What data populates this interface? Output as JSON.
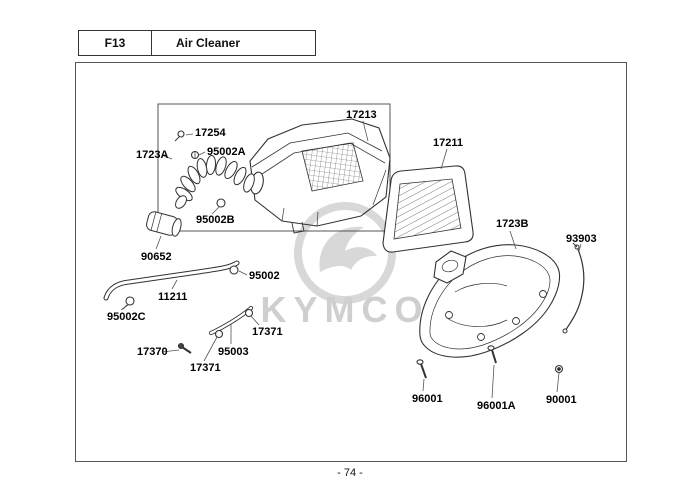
{
  "header": {
    "code": "F13",
    "title": "Air Cleaner"
  },
  "footer": {
    "page_number": "- 74 -"
  },
  "watermark": {
    "brand": "KYMCO"
  },
  "diagram": {
    "labels": [
      {
        "text": "1723A"
      },
      {
        "text": "17254"
      },
      {
        "text": "95002A"
      },
      {
        "text": "17213"
      },
      {
        "text": "17211"
      },
      {
        "text": "95002B"
      },
      {
        "text": "90652"
      },
      {
        "text": "95002"
      },
      {
        "text": "11211"
      },
      {
        "text": "95002C"
      },
      {
        "text": "1723B"
      },
      {
        "text": "93903"
      },
      {
        "text": "17370"
      },
      {
        "text": "95003"
      },
      {
        "text": "17371"
      },
      {
        "text": "17371"
      },
      {
        "text": "96001"
      },
      {
        "text": "96001A"
      },
      {
        "text": "90001"
      }
    ]
  }
}
